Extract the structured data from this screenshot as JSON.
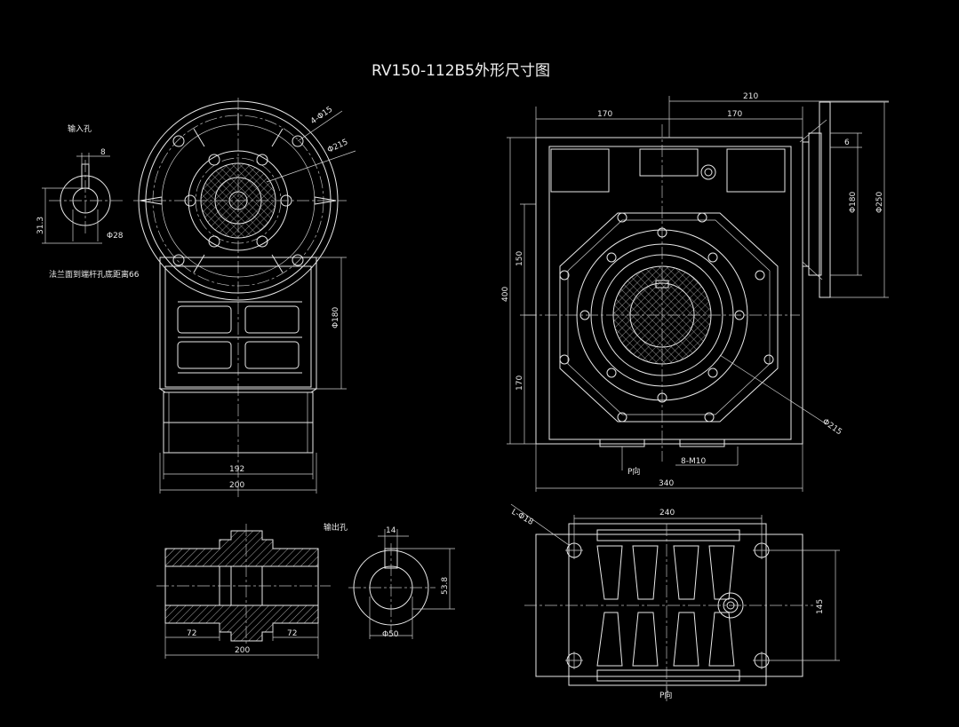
{
  "title": "RV150-112B5外形尺寸图",
  "labels": {
    "input_hole": "输入孔",
    "output_hole": "输出孔",
    "flange_note": "法兰面到端杆孔底距离66",
    "d8": "8",
    "d313": "31.3",
    "phi28": "Φ28",
    "phi15": "4-Φ15",
    "phi215a": "Φ215",
    "phi180a": "Φ180",
    "d192": "192",
    "d200a": "200",
    "d210": "210",
    "d170a": "170",
    "d170b": "170",
    "d6": "6",
    "phi180b": "Φ180",
    "phi250": "Φ250",
    "d150": "150",
    "d400": "400",
    "d170c": "170",
    "phi215b": "Φ215",
    "m10": "8-M10",
    "pview1": "P向",
    "d340": "340",
    "d14": "14",
    "d538": "53.8",
    "phi50": "Φ50",
    "d72a": "72",
    "d72b": "72",
    "d200b": "200",
    "phi18": "L-Φ18",
    "d240": "240",
    "d145": "145",
    "pview2": "P向"
  }
}
